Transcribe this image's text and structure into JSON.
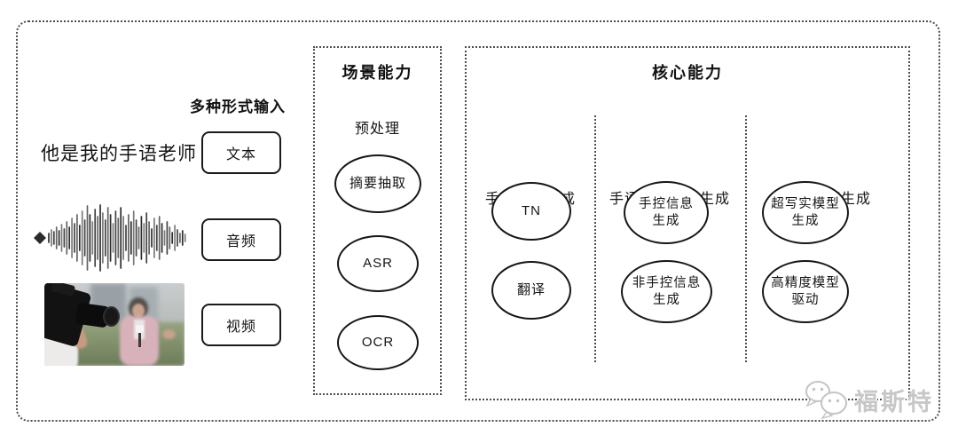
{
  "input_section": {
    "heading": "多种形式输入",
    "sample_text": "他是我的手语老师",
    "input_types": [
      {
        "label": "文本"
      },
      {
        "label": "音频"
      },
      {
        "label": "视频"
      }
    ]
  },
  "scene_box": {
    "title": "场景能力",
    "subtitle": "预处理",
    "nodes": [
      "摘要抽取",
      "ASR",
      "OCR"
    ]
  },
  "core_box": {
    "title": "核心能力",
    "columns": [
      {
        "header": "手语文本生成",
        "nodes": [
          "TN",
          "翻译"
        ]
      },
      {
        "header": "手语要素序列生成",
        "nodes": [
          "手控信息\n生成",
          "非手控信息\n生成"
        ]
      },
      {
        "header": "手语视频生成",
        "nodes": [
          "超写实模型\n生成",
          "高精度模型\n驱动"
        ]
      }
    ]
  },
  "watermark": {
    "label": "福斯特",
    "icon": "wechat-icon"
  },
  "colors": {
    "node_stroke": "#161616",
    "dashed_border": "#4d4d4d",
    "watermark_gray": "#c7c7c7",
    "background": "#ffffff"
  }
}
